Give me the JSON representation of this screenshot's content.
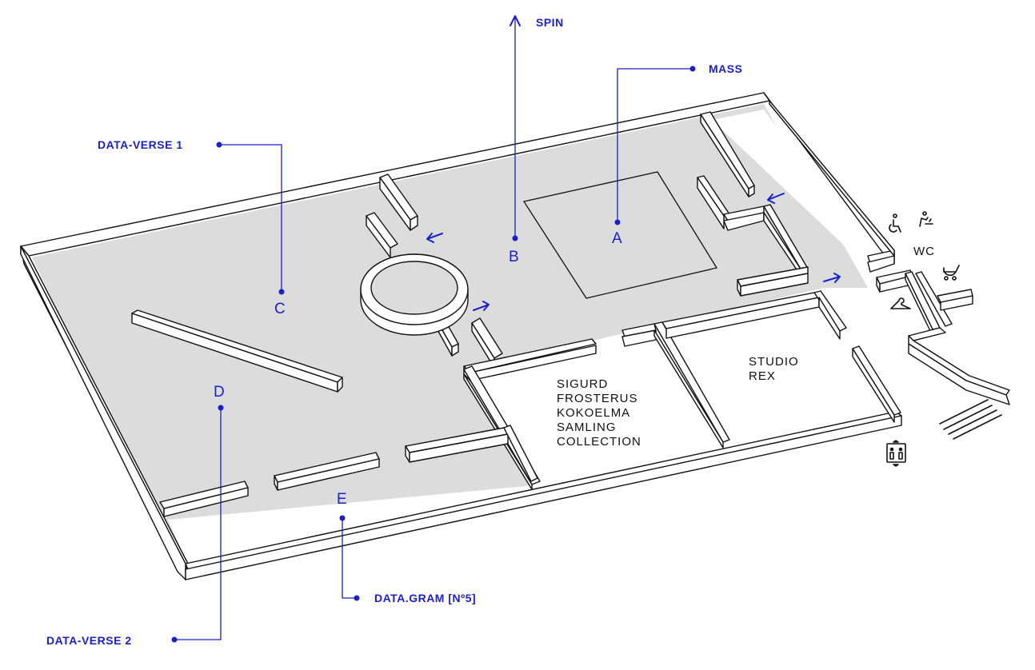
{
  "labels": {
    "spin": "SPIN",
    "mass": "MASS",
    "data_verse_1": "DATA-VERSE 1",
    "data_verse_2": "DATA-VERSE 2",
    "data_gram": "DATA.GRAM [Nº5]"
  },
  "zones": {
    "a": "A",
    "b": "B",
    "c": "C",
    "d": "D",
    "e": "E"
  },
  "rooms": {
    "frosterus": [
      "SIGURD",
      "FROSTERUS",
      "KOKOELMA",
      "SAMLING",
      "COLLECTION"
    ],
    "studio_rex": [
      "STUDIO",
      "REX"
    ]
  },
  "facilities": {
    "wc": "WC"
  },
  "icons": [
    "wheelchair-icon",
    "baby-changing-icon",
    "stroller-icon",
    "cloakroom-hanger-icon",
    "elevator-icon"
  ],
  "colors": {
    "accent": "#1a1fc8",
    "floor": "#dcdcdc",
    "wall": "#ffffff",
    "line": "#111111"
  }
}
